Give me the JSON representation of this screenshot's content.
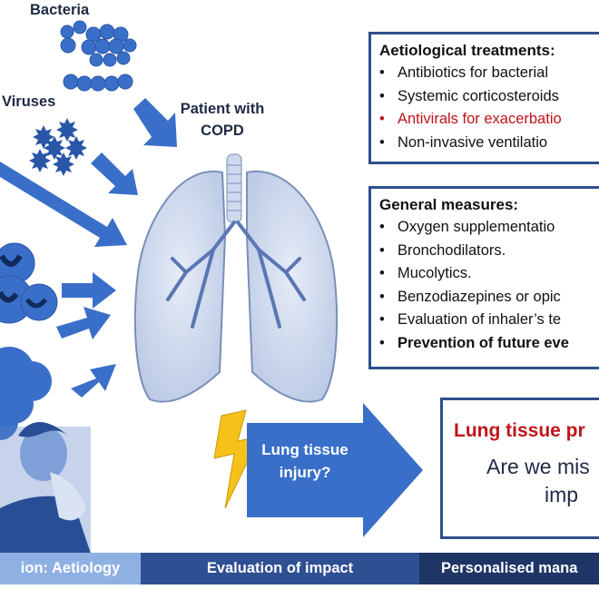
{
  "labels": {
    "bacteria": "Bacteria",
    "viruses": "Viruses",
    "patient": [
      "Patient with",
      "COPD"
    ],
    "arrow_text": [
      "Lung tissue",
      "injury?"
    ]
  },
  "aetiological_box": {
    "title": "Aetiological treatments:",
    "items": [
      {
        "text": "Antibiotics for bacterial",
        "color": "#111111"
      },
      {
        "text": "Systemic corticosteroids",
        "color": "#111111"
      },
      {
        "text": "Antivirals for exacerbatio",
        "color": "#c0141c"
      },
      {
        "text": "Non-invasive ventilatio",
        "color": "#111111"
      }
    ]
  },
  "general_box": {
    "title": "General measures:",
    "items": [
      {
        "text": "Oxygen supplementatio",
        "bold": false
      },
      {
        "text": "Bronchodilators.",
        "bold": false
      },
      {
        "text": "Mucolytics.",
        "bold": false
      },
      {
        "text": "Benzodiazepines or opic",
        "bold": false
      },
      {
        "text": "Evaluation of inhaler’s te",
        "bold": false
      },
      {
        "text": "Prevention of future eve",
        "bold": true
      }
    ]
  },
  "impact_box": {
    "line1": "Lung tissue pr",
    "line2": "Are we mis",
    "line3": "imp"
  },
  "bottom_bar": [
    {
      "label": "ion: Aetiology",
      "color": "#8fb0e3"
    },
    {
      "label": "Evaluation of impact",
      "color": "#2f4f93"
    },
    {
      "label": "Personalised mana",
      "color": "#1f3566"
    }
  ],
  "colors": {
    "accent_blue": "#3a6fc9",
    "dark_blue": "#2e4f8c",
    "red": "#c0141c",
    "lightning": "#f6c21a"
  }
}
